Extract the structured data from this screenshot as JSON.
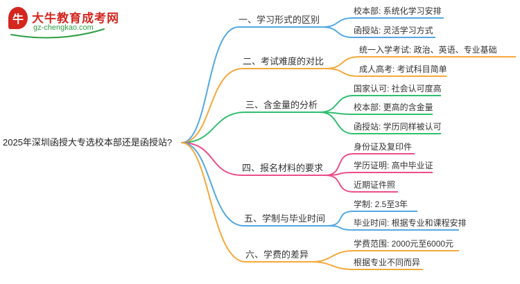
{
  "site": {
    "logo_text": "大牛教育成考网",
    "logo_domain": "gz-chengkao.com",
    "logo_icon_glyph": "牛",
    "brand_red": "#d4261f",
    "brand_green": "#2e9e44"
  },
  "mindmap": {
    "central": "2025年深圳函授大专选校本部还是函授站?",
    "branches": [
      {
        "label": "一、学习形式的区别",
        "color": "#53a8e2",
        "children": [
          {
            "text": "校本部: 系统化学习安排"
          },
          {
            "text": "函授站: 灵活学习方式"
          }
        ]
      },
      {
        "label": "二、考试难度的对比",
        "color": "#f5a83b",
        "children": [
          {
            "text": "统一入学考试: 政治、英语、专业基础"
          },
          {
            "text": "成人高考: 考试科目简单"
          }
        ]
      },
      {
        "label": "三、含金量的分析",
        "color": "#2fbf6f",
        "children": [
          {
            "text": "国家认可: 社会认可度高"
          },
          {
            "text": "校本部: 更高的含金量"
          },
          {
            "text": "函授站: 学历同样被认可"
          }
        ]
      },
      {
        "label": "四、报名材料的要求",
        "color": "#ec4d8b",
        "children": [
          {
            "text": "身份证及复印件"
          },
          {
            "text": "学历证明: 高中毕业证"
          },
          {
            "text": "近期证件照"
          }
        ]
      },
      {
        "label": "五、学制与毕业时间",
        "color": "#53a8e2",
        "children": [
          {
            "text": "学制: 2.5至3年"
          },
          {
            "text": "毕业时间: 根据专业和课程安排"
          }
        ]
      },
      {
        "label": "六、学费的差异",
        "color": "#f5a83b",
        "children": [
          {
            "text": "学费范围: 2000元至6000元"
          },
          {
            "text": "根据专业不同而异"
          }
        ]
      }
    ]
  }
}
